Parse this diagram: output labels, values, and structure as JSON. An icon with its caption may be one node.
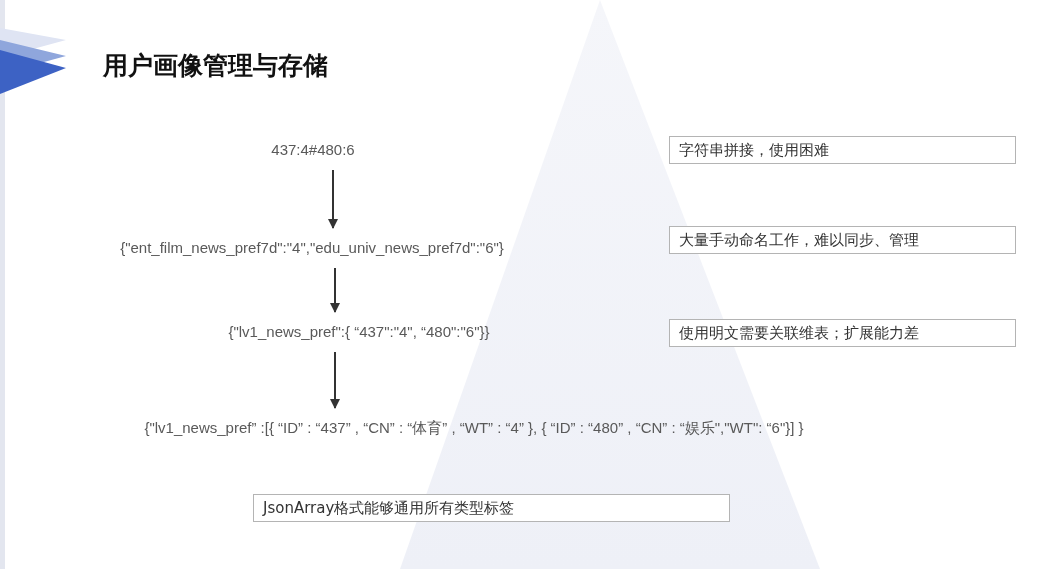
{
  "diagram": {
    "title": "用户画像管理与存储",
    "nodes": [
      {
        "text": [
          "437:4#480:6"
        ]
      },
      {
        "text": [
          "字符串拼接，使用困难"
        ]
      },
      {
        "text": [
          "{\"ent_film_news_pref7d\":\"4\",\"edu_univ_news_pref7d\":\"6\"}"
        ]
      },
      {
        "text": [
          "大量手动命名工作，难以同步、管理"
        ]
      },
      {
        "text": [
          "{\"lv1_news_pref\":{ “437\":\"4\", “480\":\"6\"}}"
        ]
      },
      {
        "text": [
          "使用明文需要关联维表；扩展能力差"
        ]
      },
      {
        "text": [
          "{\"lv1_news_pref” :[{ “ID” : “437” , “CN” : “体育” , “WT” : “4” }, { “ID” : “480” , “CN” : “娱乐\",\"WT\": “6\"}] }"
        ]
      },
      {
        "text": [
          "JsonArray格式能够通用所有类型标签"
        ]
      }
    ],
    "edges": [
      {
        "from": 0,
        "to": 2,
        "arrow": "to"
      },
      {
        "from": 2,
        "to": 4,
        "arrow": "to"
      },
      {
        "from": 4,
        "to": 6,
        "arrow": "to"
      }
    ]
  }
}
